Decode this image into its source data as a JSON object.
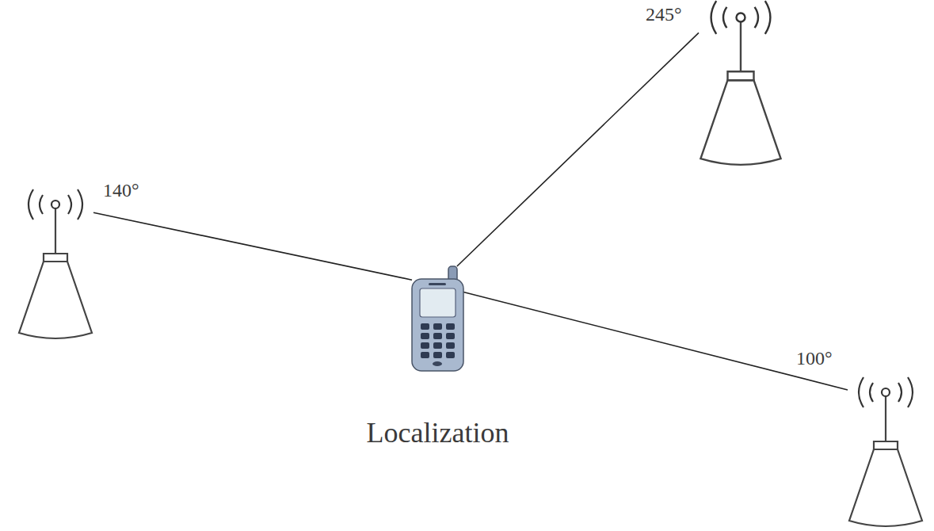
{
  "diagram": {
    "nodes": [
      {
        "text": [
          "245°"
        ]
      },
      {
        "text": [
          "140°"
        ]
      },
      {
        "text": [
          "Localization"
        ]
      },
      {
        "text": [
          "100°"
        ]
      }
    ],
    "edges": [
      {
        "from": 0,
        "to": 2,
        "arrow": "none"
      },
      {
        "from": 1,
        "to": 2,
        "arrow": "none"
      },
      {
        "from": 2,
        "to": 3,
        "arrow": "none"
      }
    ]
  }
}
